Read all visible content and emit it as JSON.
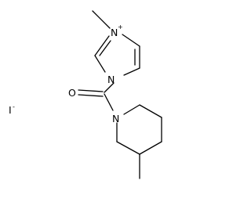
{
  "atoms": {
    "n_imidazolium": "N",
    "n_imidazole": "N",
    "oxygen": "O",
    "n_piperidine": "N",
    "iodide": "I"
  },
  "charges": {
    "n_imidazolium": "+",
    "iodide": "-"
  }
}
